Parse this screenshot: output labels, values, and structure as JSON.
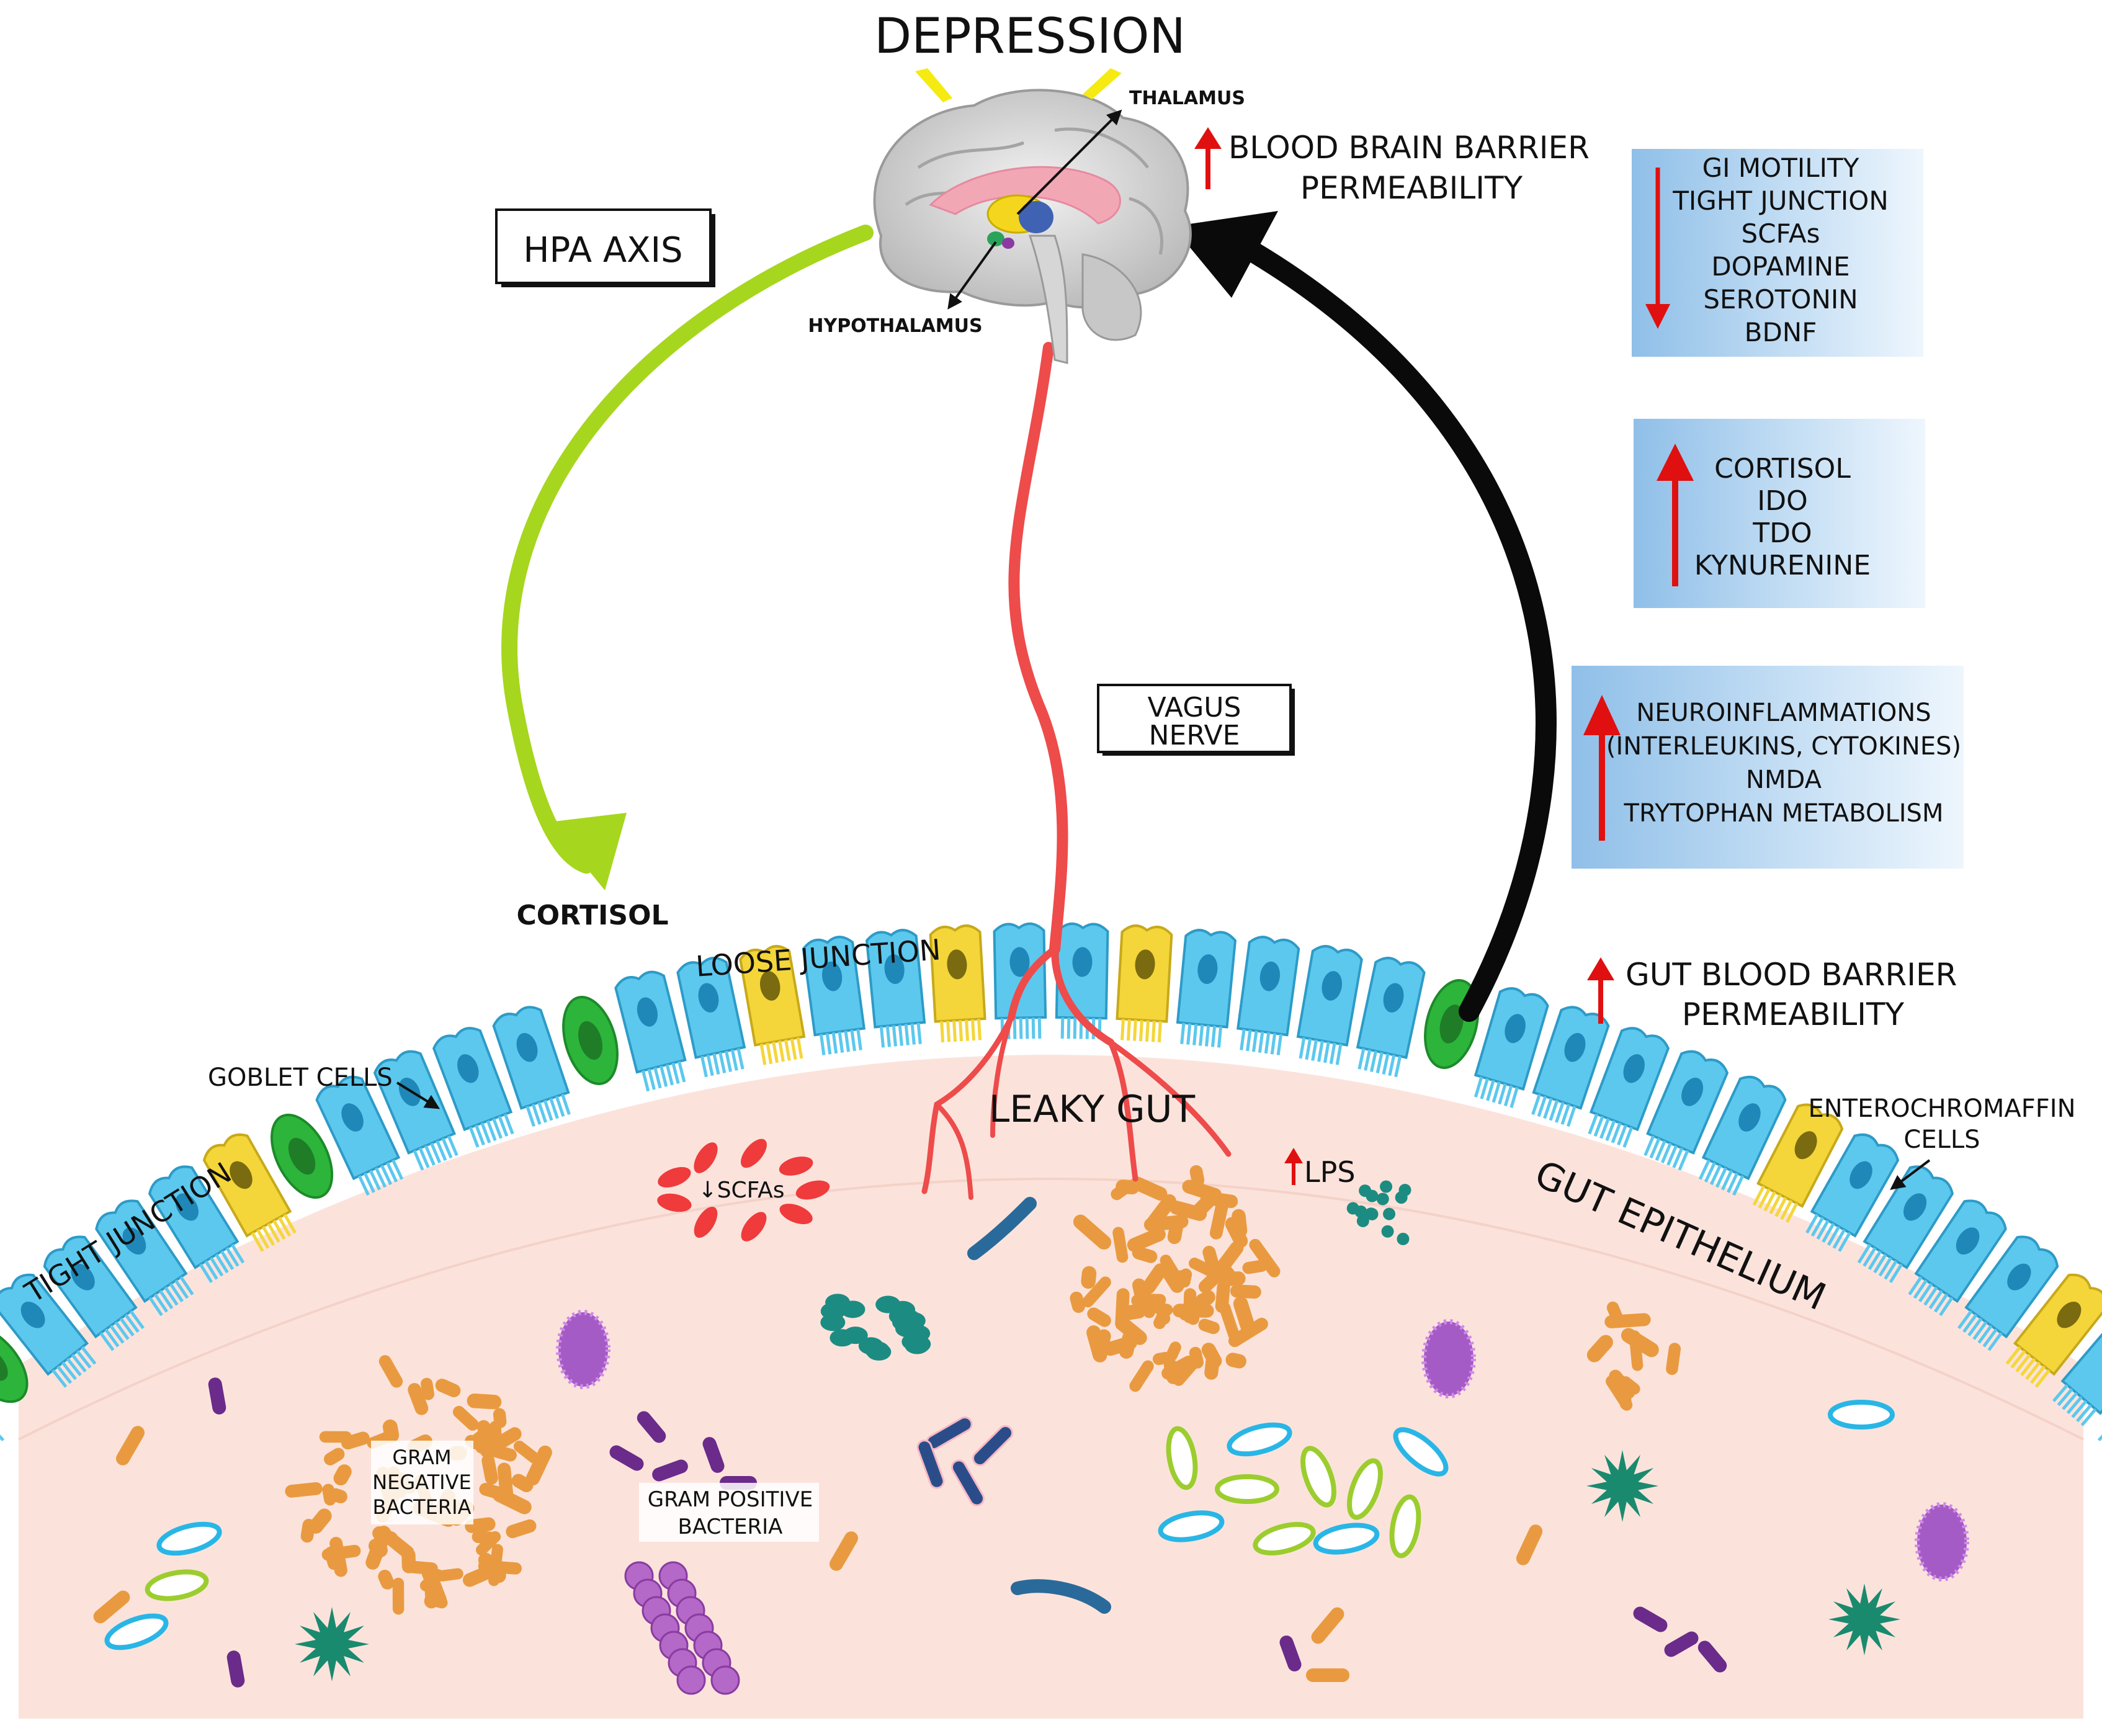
{
  "title": "DEPRESSION",
  "brain": {
    "thalamus": "THALAMUS",
    "hypothalamus": "HYPOTHALAMUS"
  },
  "bbb": {
    "line1": "BLOOD BRAIN BARRIER",
    "line2": "PERMEABILITY"
  },
  "hpa_axis": "HPA AXIS",
  "cortisol_label": "CORTISOL",
  "vagus": {
    "line1": "VAGUS",
    "line2": "NERVE"
  },
  "decreased_box": [
    "GI MOTILITY",
    "TIGHT JUNCTION",
    "SCFAs",
    "DOPAMINE",
    "SEROTONIN",
    "BDNF"
  ],
  "increased_box_1": [
    "CORTISOL",
    "IDO",
    "TDO",
    "KYNURENINE"
  ],
  "increased_box_2": [
    "NEUROINFLAMMATIONS",
    "(INTERLEUKINS, CYTOKINES)",
    "NMDA",
    "TRYTOPHAN METABOLISM"
  ],
  "gut_bbb": {
    "line1": "GUT BLOOD BARRIER",
    "line2": "PERMEABILITY"
  },
  "gut_labels": {
    "loose_junction": "LOOSE JUNCTION",
    "goblet_cells": "GOBLET CELLS",
    "tight_junction": "TIGHT JUNCTION",
    "leaky_gut": "LEAKY GUT",
    "gut_epithelium": "GUT EPITHELIUM",
    "enterochromaffin_1": "ENTEROCHROMAFFIN",
    "enterochromaffin_2": "CELLS",
    "scfas": "↓SCFAs",
    "lps": "LPS",
    "gram_negative_1": "GRAM",
    "gram_negative_2": "NEGATIVE",
    "gram_negative_3": "BACTERIA",
    "gram_positive_1": "GRAM POSITIVE",
    "gram_positive_2": "BACTERIA"
  },
  "colors": {
    "hpa_arrow": "#a6d61e",
    "vagus_nerve": "#ee4b4b",
    "up_down_arrow": "#e01010",
    "cell_blue": "#5cc8ee",
    "cell_yellow": "#f4d63a",
    "goblet_green": "#2cb53a",
    "lumen": "#fbe3dc",
    "bacteria_orange": "#e99a40",
    "bacteria_purple": "#6a2b8a",
    "bacteria_teal": "#1c8c82"
  }
}
